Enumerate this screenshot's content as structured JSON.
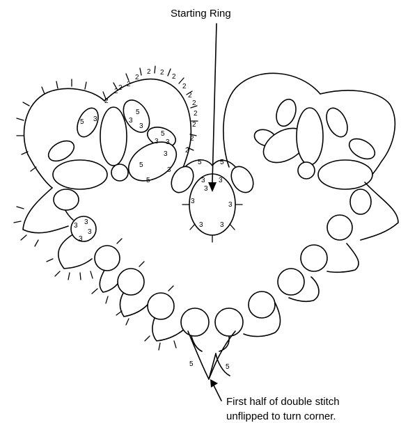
{
  "labels": {
    "starting_ring": "Starting Ring",
    "corner_note_line1": "First half of double stitch",
    "corner_note_line2": "unflipped to turn corner."
  },
  "stitch_counts": {
    "starting_ring": [
      "3",
      "3",
      "3",
      "3",
      "3",
      "3",
      "3"
    ],
    "starting_ring_sides": [
      "5",
      "5"
    ],
    "top_left_chain": [
      "2",
      "2",
      "2",
      "2",
      "2",
      "2",
      "2",
      "2",
      "2",
      "2",
      "2",
      "2",
      "2",
      "2",
      "2"
    ],
    "left_small_ring": [
      "5",
      "3"
    ],
    "upper_middle_ring": [
      "5",
      "3",
      "3"
    ],
    "right_small_ring": [
      "5",
      "3",
      "3"
    ],
    "lower_diagonal_ring": [
      "5",
      "3",
      "3",
      "5"
    ],
    "left_side_ring": [
      "3",
      "3",
      "3",
      "3"
    ],
    "point": [
      "5",
      "5"
    ]
  }
}
